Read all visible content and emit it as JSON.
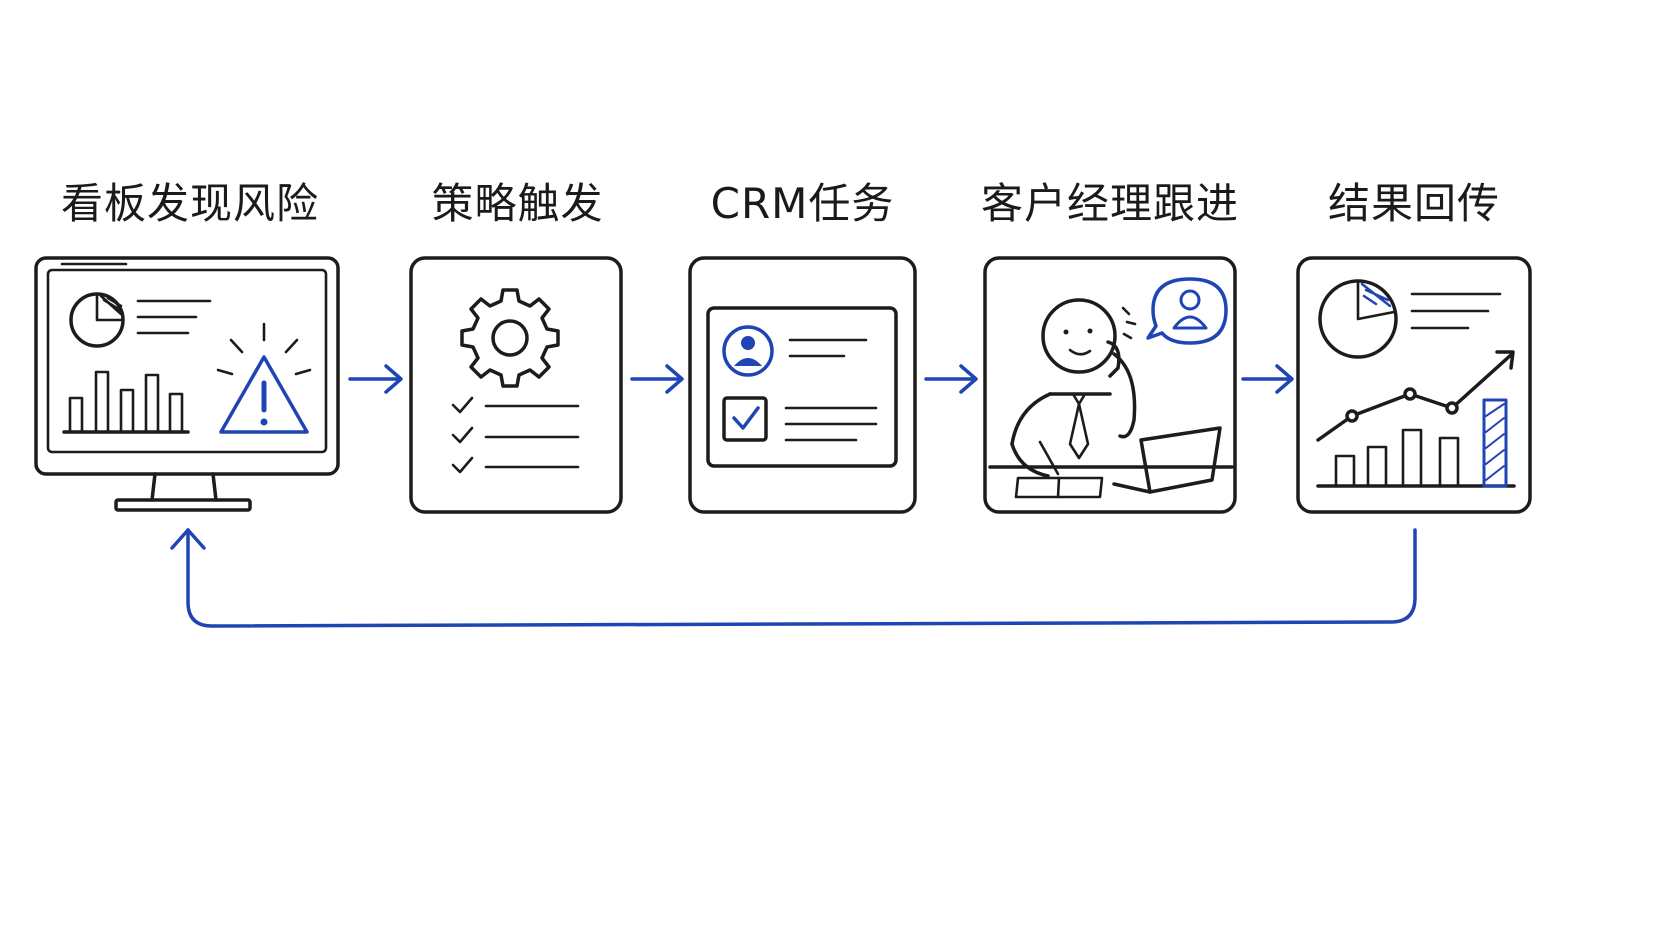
{
  "steps": [
    {
      "id": "dashboard",
      "label": "看板发现风险",
      "icon": "monitor-warning-icon"
    },
    {
      "id": "strategy",
      "label": "策略触发",
      "icon": "gear-checklist-icon"
    },
    {
      "id": "crm",
      "label": "CRM任务",
      "icon": "crm-task-card-icon"
    },
    {
      "id": "followup",
      "label": "客户经理跟进",
      "icon": "account-manager-phone-icon"
    },
    {
      "id": "feedback",
      "label": "结果回传",
      "icon": "results-chart-icon"
    }
  ],
  "flow": {
    "forward_arrows": 4,
    "loop_back": "from 结果回传 to 看板发现风险"
  },
  "colors": {
    "accent": "#1f45b5",
    "ink": "#1c1c1c",
    "background": "#ffffff"
  }
}
